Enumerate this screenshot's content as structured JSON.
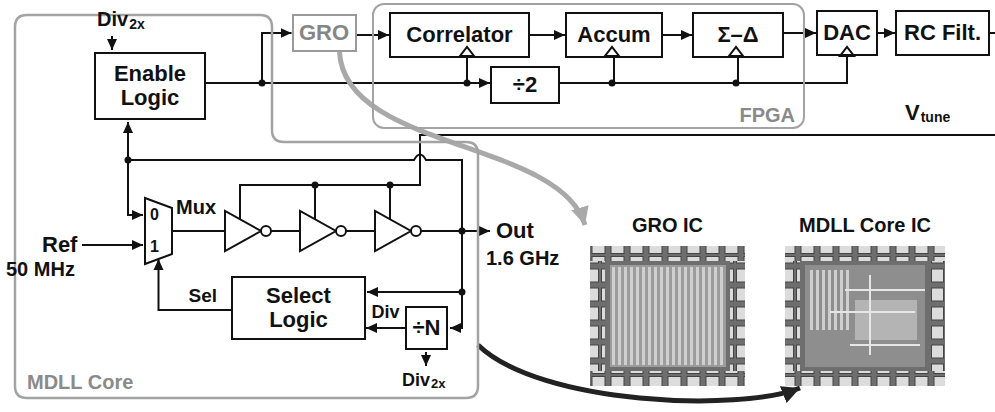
{
  "diagram": {
    "nodes": [
      {
        "text": [
          "MDLL Core"
        ]
      },
      {
        "text": [
          "Enable Logic"
        ],
        "in": 0
      },
      {
        "text": [
          "Mux",
          "0",
          "1"
        ],
        "in": 0
      },
      {
        "text": [
          "Select Logic"
        ],
        "in": 0
      },
      {
        "text": [
          "÷N"
        ],
        "in": 0
      },
      {
        "text": [
          "FPGA"
        ]
      },
      {
        "text": [
          "Correlator"
        ],
        "in": 5
      },
      {
        "text": [
          "Accum"
        ],
        "in": 5
      },
      {
        "text": [
          "Σ–Δ"
        ],
        "in": 5
      },
      {
        "text": [
          "÷2"
        ],
        "in": 5
      },
      {
        "text": [
          "GRO"
        ]
      },
      {
        "text": [
          "DAC"
        ]
      },
      {
        "text": [
          "RC Filt."
        ]
      },
      {
        "text": [
          "GRO IC"
        ]
      },
      {
        "text": [
          "MDLL Core IC"
        ]
      }
    ],
    "edges": [
      {
        "from": 1,
        "to": 10,
        "arrow": "to"
      },
      {
        "from": 1,
        "to": 6,
        "arrow": "none"
      },
      {
        "from": 1,
        "to": 9,
        "arrow": "to"
      },
      {
        "from": 9,
        "to": 7,
        "arrow": "none"
      },
      {
        "from": 9,
        "to": 8,
        "arrow": "none"
      },
      {
        "from": 9,
        "to": 11,
        "arrow": "none"
      },
      {
        "from": 10,
        "to": 6,
        "arrow": "to"
      },
      {
        "from": 6,
        "to": 7,
        "arrow": "to"
      },
      {
        "from": 7,
        "to": 8,
        "arrow": "to"
      },
      {
        "from": 8,
        "to": 11,
        "arrow": "to"
      },
      {
        "from": 11,
        "to": 12,
        "arrow": "to"
      },
      {
        "from": 4,
        "to": 3,
        "label": "Div",
        "arrow": "to"
      },
      {
        "from": 3,
        "to": 2,
        "label": "Sel",
        "arrow": "to"
      },
      {
        "from": 10,
        "to": 13,
        "arrow": "to"
      },
      {
        "from": 0,
        "to": 14,
        "arrow": "to"
      }
    ],
    "labels": [
      "Div",
      "2x",
      "V",
      "tune",
      "Ref",
      "50 MHz",
      "Out",
      "1.6 GHz",
      "Div",
      "2x"
    ]
  }
}
